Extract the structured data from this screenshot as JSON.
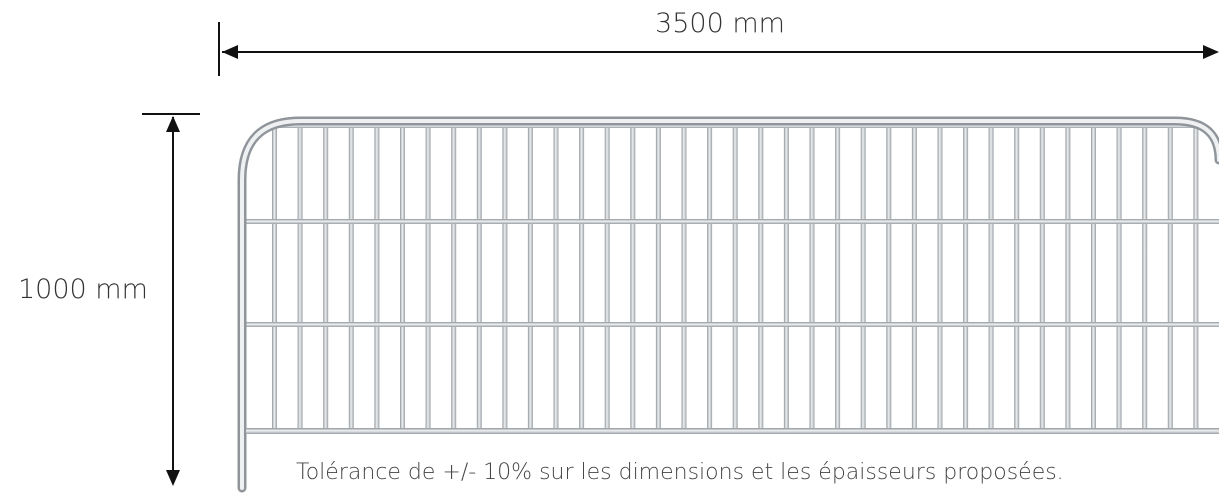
{
  "dimensions": {
    "width_label": "3500 mm",
    "height_label": "1000 mm"
  },
  "note": "Tolérance de +/- 10% sur les dimensions et les épaisseurs proposées.",
  "barrier": {
    "vertical_bar_count": 37,
    "horizontal_rail_count": 3
  },
  "colors": {
    "dimension_line": "#111111",
    "steel_dark": "#8f959a",
    "steel_light": "#e6e9ec",
    "text": "#333333"
  }
}
